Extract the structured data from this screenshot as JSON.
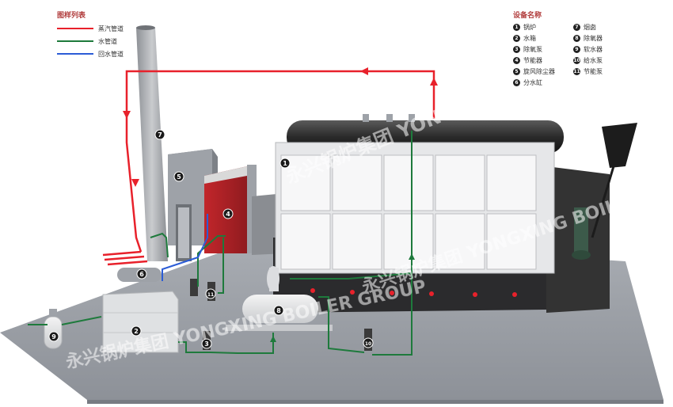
{
  "legend": {
    "title": "图样列表",
    "items": [
      {
        "label": "蒸汽管道",
        "color": "#e8212b"
      },
      {
        "label": "水管道",
        "color": "#1e7a3c"
      },
      {
        "label": "回水管道",
        "color": "#2b5cd6"
      }
    ]
  },
  "equipment": {
    "title": "设备名称",
    "left": [
      {
        "num": "1",
        "label": "锅炉"
      },
      {
        "num": "2",
        "label": "水箱"
      },
      {
        "num": "3",
        "label": "除氧泵"
      },
      {
        "num": "4",
        "label": "节能器"
      },
      {
        "num": "5",
        "label": "旋风除尘器"
      },
      {
        "num": "6",
        "label": "分水缸"
      }
    ],
    "right": [
      {
        "num": "7",
        "label": "烟囱"
      },
      {
        "num": "8",
        "label": "除氧器"
      },
      {
        "num": "9",
        "label": "软水器"
      },
      {
        "num": "10",
        "label": "给水泵"
      },
      {
        "num": "11",
        "label": "节能泵"
      }
    ]
  },
  "watermark": "永兴锅炉集团 YONGXING BOILER GROUP",
  "callouts": [
    "1",
    "2",
    "3",
    "4",
    "5",
    "6",
    "7",
    "8",
    "9",
    "10",
    "11"
  ]
}
